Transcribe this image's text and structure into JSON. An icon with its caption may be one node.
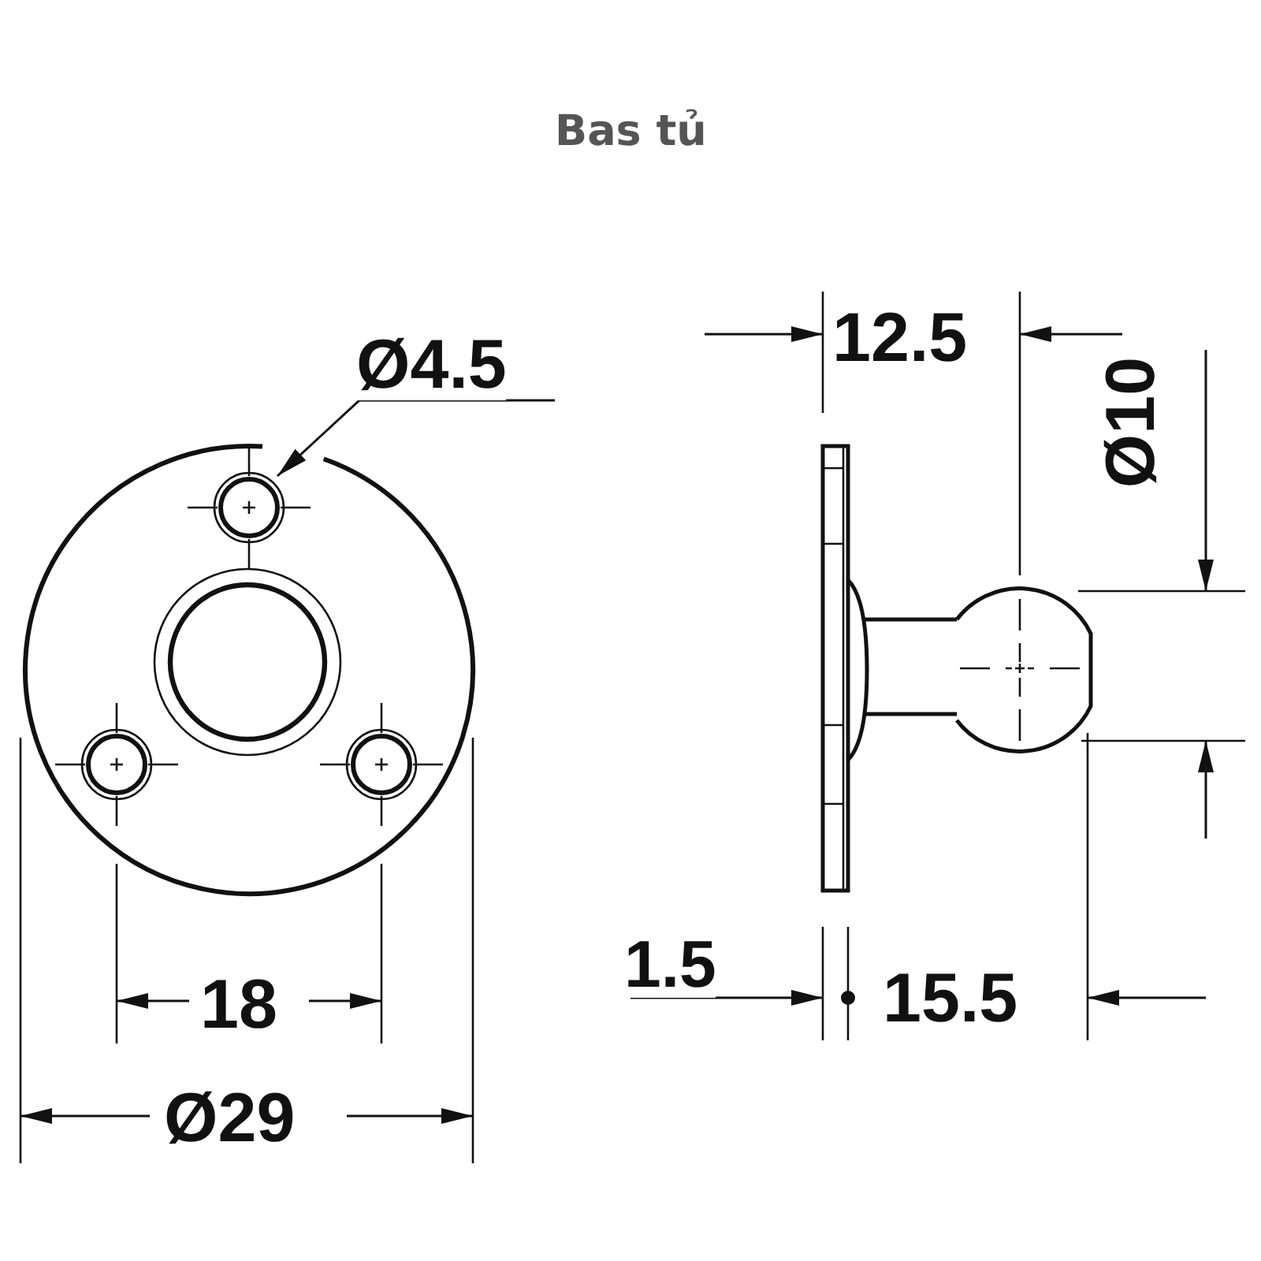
{
  "diagram": {
    "title": "Bas tủ",
    "labels": [
      "12.5",
      "Ø4.5",
      "Ø10",
      "18",
      "1.5",
      "15.5",
      "Ø29"
    ]
  }
}
